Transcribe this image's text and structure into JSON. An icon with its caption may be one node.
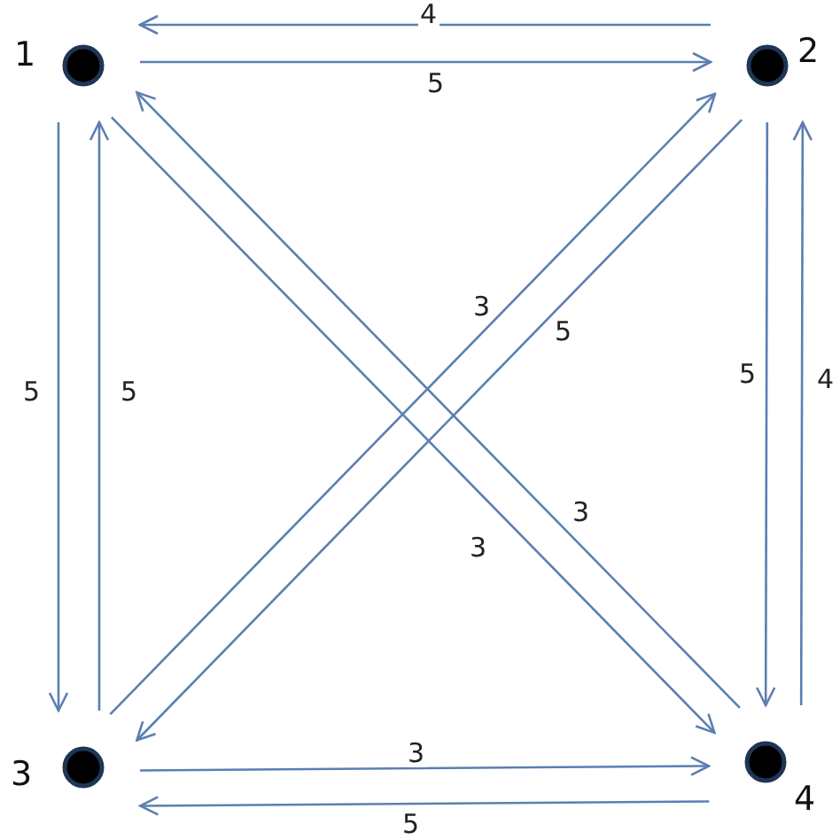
{
  "diagram": {
    "nodes": [
      {
        "text": [],
        "shape": "circle",
        "beside": [
          "1"
        ]
      },
      {
        "text": [],
        "shape": "circle",
        "beside": [
          "2"
        ]
      },
      {
        "text": [],
        "shape": "circle",
        "beside": [
          "3"
        ]
      },
      {
        "text": [],
        "shape": "circle",
        "beside": [
          "4"
        ]
      }
    ],
    "edges": [
      {
        "from": 1,
        "to": 0,
        "arrow": "to",
        "label": "4"
      },
      {
        "from": 0,
        "to": 1,
        "arrow": "to",
        "label": "5"
      },
      {
        "from": 0,
        "to": 2,
        "arrow": "to",
        "label": "5"
      },
      {
        "from": 2,
        "to": 0,
        "arrow": "to",
        "label": "5"
      },
      {
        "from": 1,
        "to": 3,
        "arrow": "to",
        "label": "5"
      },
      {
        "from": 3,
        "to": 1,
        "arrow": "to",
        "label": "4"
      },
      {
        "from": 2,
        "to": 3,
        "arrow": "to",
        "label": "3"
      },
      {
        "from": 3,
        "to": 2,
        "arrow": "to",
        "label": "5"
      },
      {
        "from": 0,
        "to": 3,
        "arrow": "to",
        "label": "3"
      },
      {
        "from": 3,
        "to": 0,
        "arrow": "to",
        "label": "3"
      },
      {
        "from": 2,
        "to": 1,
        "arrow": "to",
        "label": "3"
      },
      {
        "from": 1,
        "to": 2,
        "arrow": "to",
        "label": "5"
      }
    ]
  }
}
